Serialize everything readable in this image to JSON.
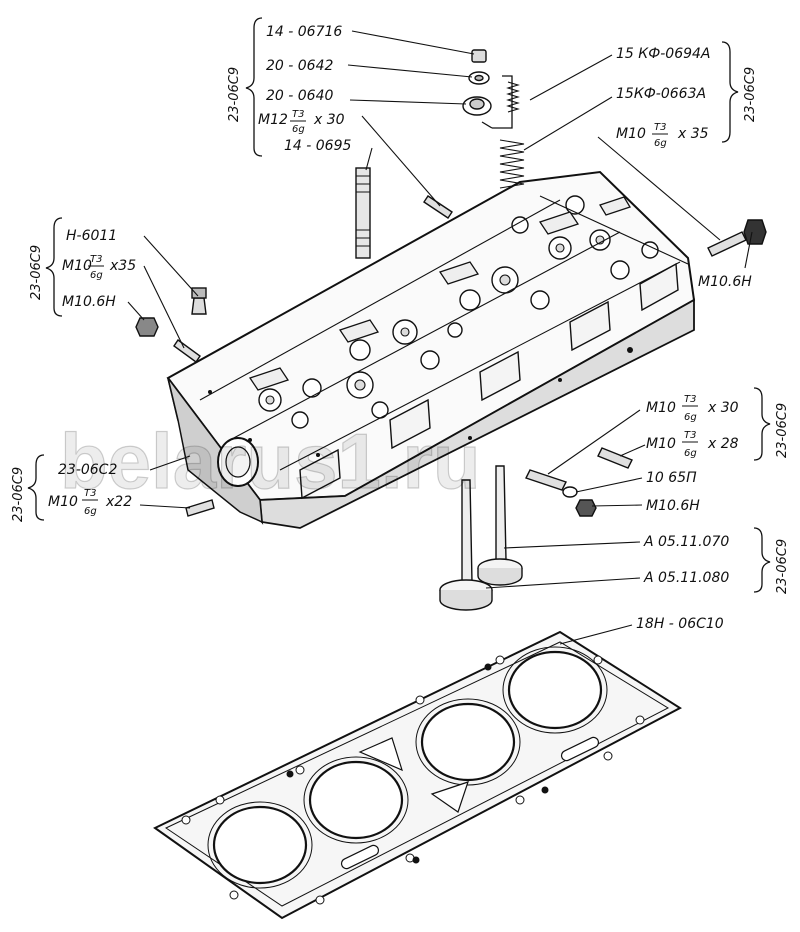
{
  "watermark": "belarus1.ru",
  "groups": {
    "g1": "23-06C9",
    "g2": "23-06C9",
    "g3": "23-06C9",
    "g4": "23-06C9",
    "g5": "23-06C9",
    "g6": "23-06C9"
  },
  "callouts": {
    "c1": "14 - 06716",
    "c2": "20 - 0642",
    "c3": "20 - 0640",
    "c4_main": "M12",
    "c4_num": "T3",
    "c4_den": "6g",
    "c4_tail": "x 30",
    "c5": "14 - 0695",
    "c6": "15 КФ-0694А",
    "c7": "15КФ-0663А",
    "c8_main": "M10",
    "c8_num": "T3",
    "c8_den": "6g",
    "c8_tail": "x 35",
    "c9": "M10.6H",
    "c10": "Н-6011",
    "c11_main": "M10",
    "c11_num": "T3",
    "c11_den": "6g",
    "c11_tail": "x35",
    "c12": "M10.6H",
    "c13": "23-06C2",
    "c14_main": "M10",
    "c14_num": "T3",
    "c14_den": "6g",
    "c14_tail": "x22",
    "c15_main": "M10",
    "c15_num": "T3",
    "c15_den": "6g",
    "c15_tail": "x 30",
    "c16_main": "M10",
    "c16_num": "T3",
    "c16_den": "6g",
    "c16_tail": "x 28",
    "c17": "10 65П",
    "c18": "M10.6H",
    "c19": "А 05.11.070",
    "c20": "А 05.11.080",
    "c21": "18Н - 06С10"
  }
}
